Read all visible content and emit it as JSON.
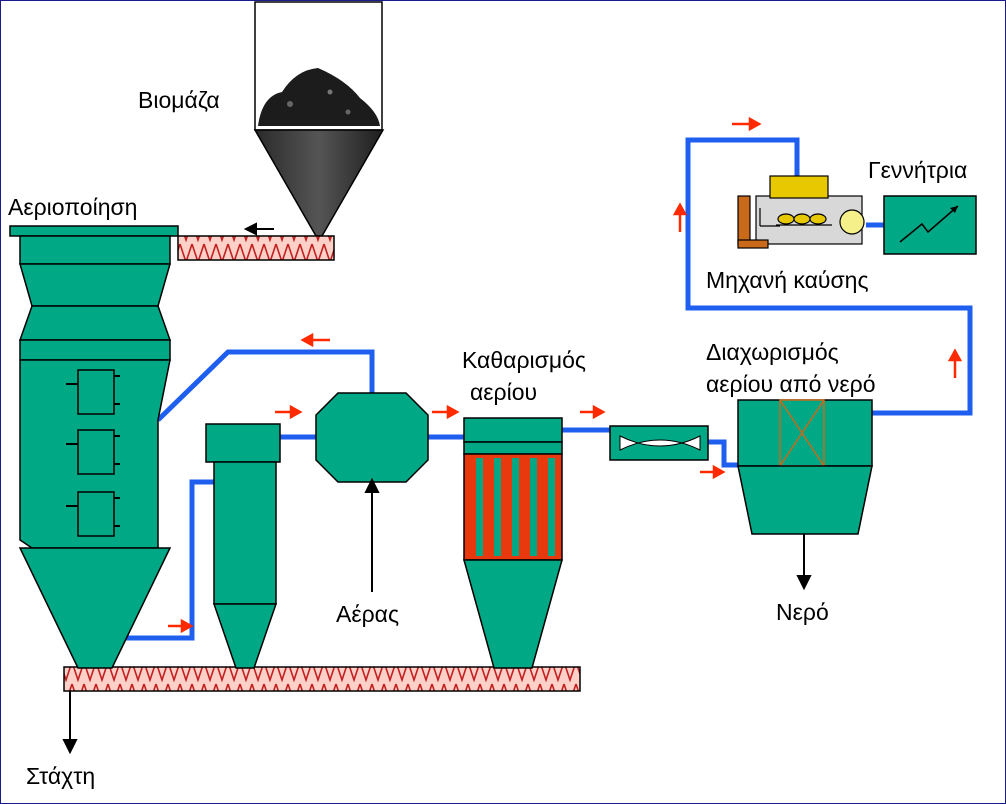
{
  "labels": {
    "biomass": "Βιομάζα",
    "gasification": "Αεριοποίηση",
    "gas_cleaning_line1": "Καθαρισμός",
    "gas_cleaning_line2": "αερίου",
    "separation_line1": "Διαχωρισμός",
    "separation_line2": "αερίου από νερό",
    "generator": "Γεννήτρια",
    "engine": "Μηχανή καύσης",
    "air": "Αέρας",
    "water": "Νερό",
    "ash": "Στάχτη"
  },
  "colors": {
    "equipment": "#00a885",
    "pipe": "#1e5ff0",
    "flow_arrow": "#ff2a00",
    "conveyor": "#ffd0c8",
    "engine_top": "#e8c800",
    "engine_base": "#c86a1a"
  }
}
